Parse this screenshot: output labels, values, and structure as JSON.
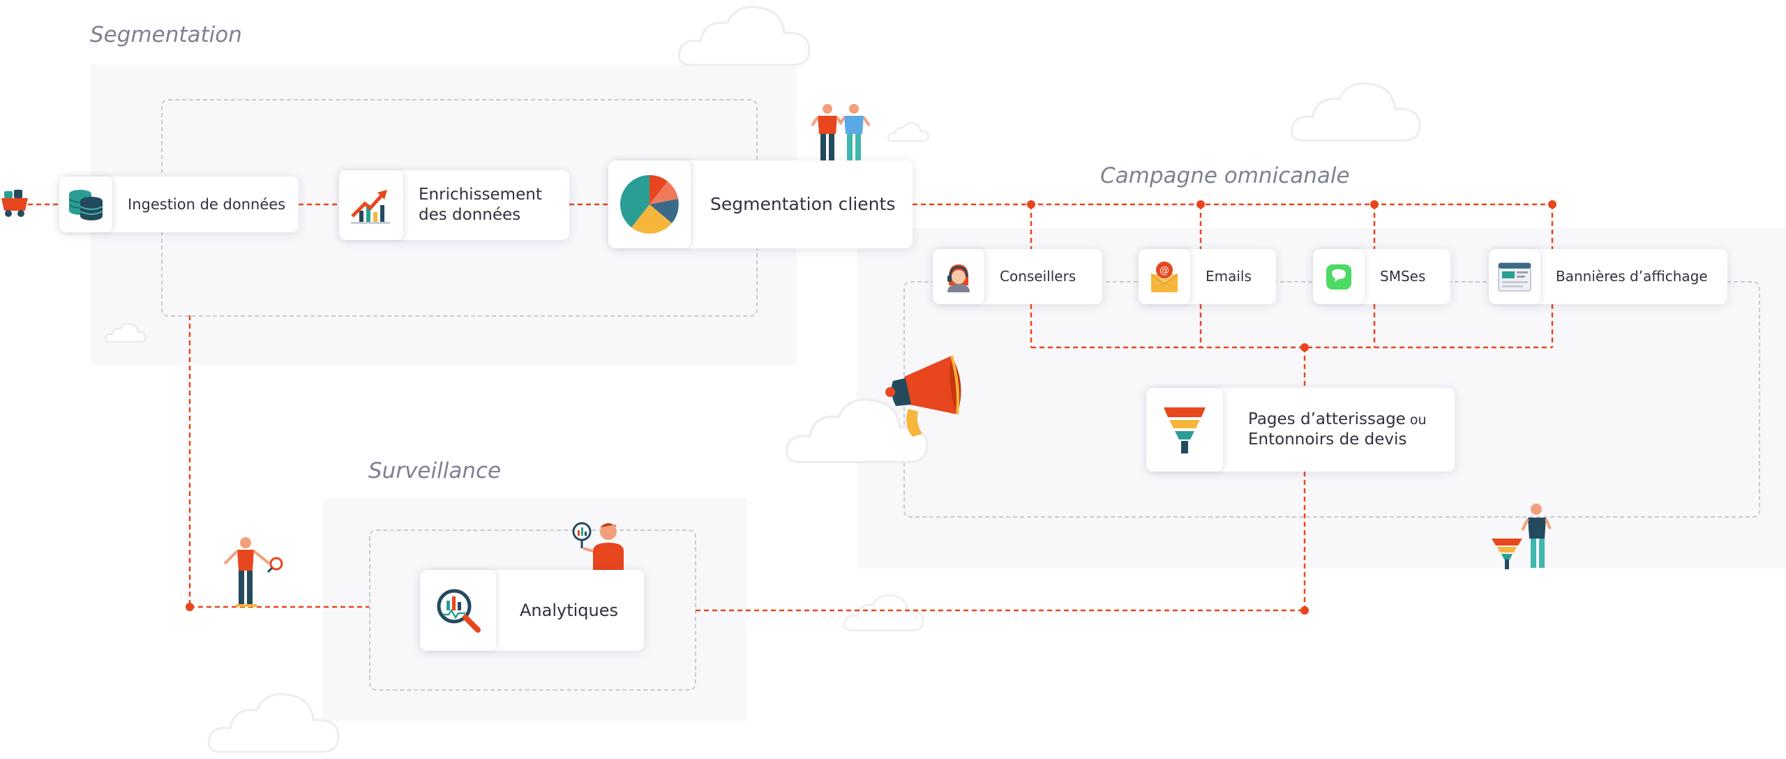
{
  "sections": {
    "segmentation": "Segmentation",
    "campaign": "Campagne omnicanale",
    "monitoring": "Surveillance"
  },
  "cards": {
    "ingestion": "Ingestion de données",
    "enrichment_line1": "Enrichissement",
    "enrichment_line2": "des données",
    "segmentation": "Segmentation clients",
    "advisors": "Conseillers",
    "emails": "Emails",
    "sms": "SMSes",
    "banners": "Bannières d’affichage",
    "landing_bold1": "Pages d’atterissage",
    "landing_connector": " ou",
    "landing_bold2": "Entonnoirs de devis",
    "analytics": "Analytiques"
  },
  "colors": {
    "accent": "#e8461e",
    "teal": "#2a9e94",
    "navy": "#244a5e",
    "yellow": "#f6b53b"
  },
  "icons": {
    "ingestion": "database-icon",
    "enrichment": "growth-chart-icon",
    "segmentation": "pie-chart-icon",
    "advisors": "headset-agent-icon",
    "emails": "email-envelope-icon",
    "sms": "chat-bubble-icon",
    "banners": "web-banner-icon",
    "landing": "funnel-icon",
    "analytics": "magnifier-analytics-icon"
  }
}
